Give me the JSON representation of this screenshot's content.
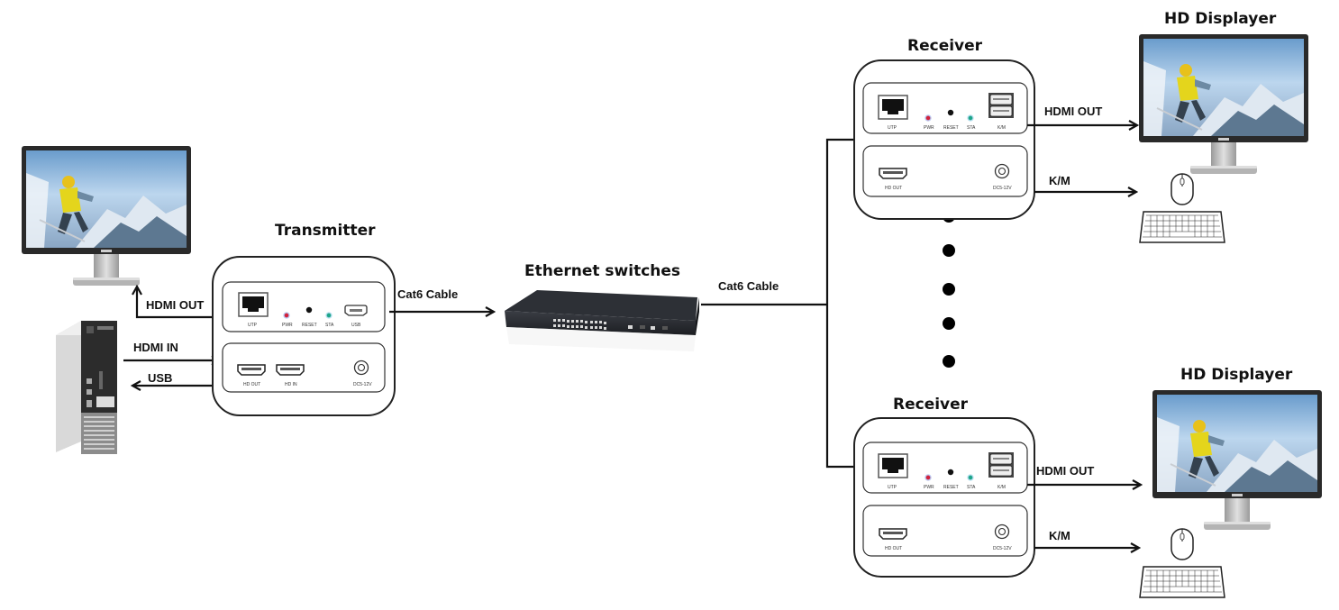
{
  "titles": {
    "transmitter": "Transmitter",
    "switch": "Ethernet switches",
    "receiver_top": "Receiver",
    "receiver_bottom": "Receiver",
    "display_top": "HD Displayer",
    "display_bottom": "HD Displayer"
  },
  "links": {
    "pc_hdmi_out": "HDMI OUT",
    "pc_hdmi_in": "HDMI IN",
    "pc_usb": "USB",
    "tx_cat6": "Cat6 Cable",
    "switch_cat6": "Cat6 Cable",
    "rx_top_hdmi_out": "HDMI OUT",
    "rx_top_km": "K/M",
    "rx_bottom_hdmi_out": "HDMI OUT",
    "rx_bottom_km": "K/M"
  },
  "transmitter_ports": {
    "top": [
      "UTP",
      "PWR",
      "RESET",
      "STA",
      "USB"
    ],
    "bottom": [
      "HD OUT",
      "HD IN",
      "DC5-12V"
    ]
  },
  "receiver_ports": {
    "top": [
      "UTP",
      "PWR",
      "RESET",
      "STA",
      "K/M"
    ],
    "bottom": [
      "HD OUT",
      "DC5-12V"
    ]
  },
  "colors": {
    "pwr_led": "#d2213a",
    "sta_led": "#1fa58a",
    "line": "#111111"
  }
}
